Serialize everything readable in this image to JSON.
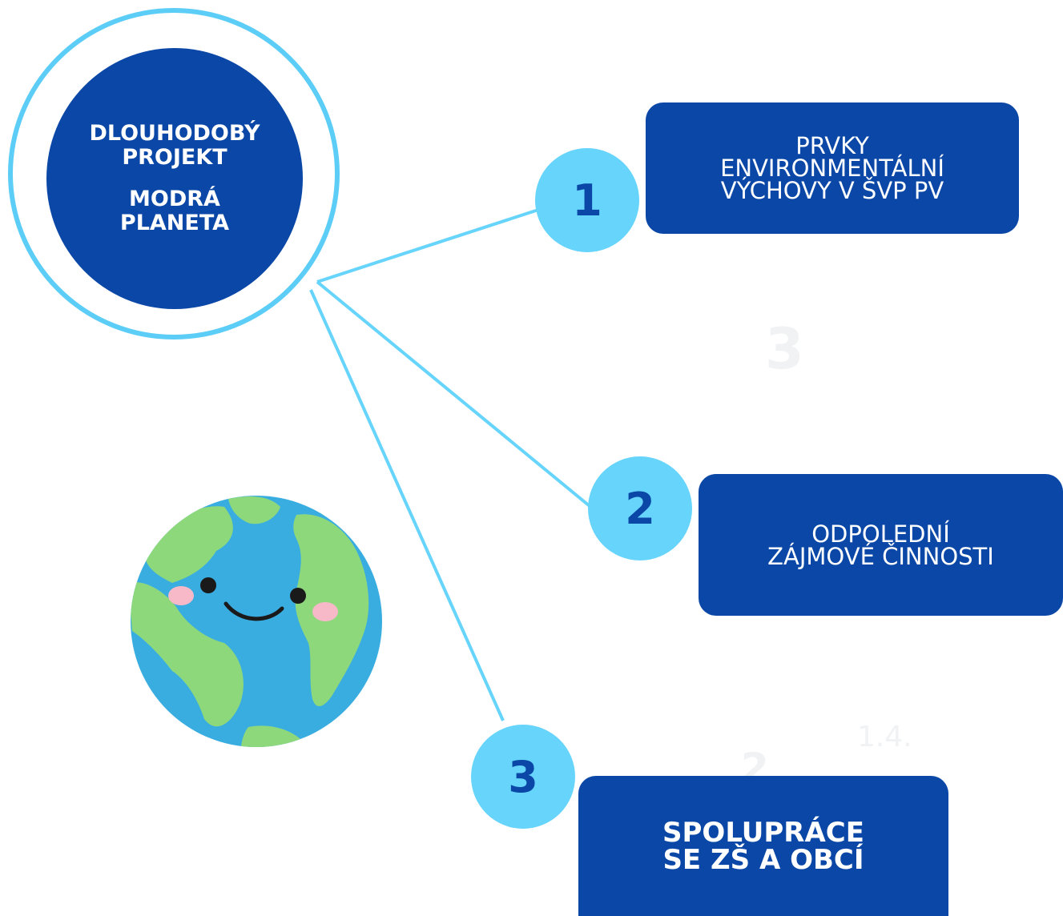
{
  "hub": {
    "line1": "DLOUHODOBÝ",
    "line2": "PROJEKT",
    "line3": "MODRÁ",
    "line4": "PLANETA"
  },
  "items": [
    {
      "number": "1",
      "lines": [
        "PRVKY",
        "ENVIRONMENTÁLNÍ",
        "VÝCHOVY V ŠVP PV"
      ]
    },
    {
      "number": "2",
      "lines": [
        "ODPOLEDNÍ",
        "ZÁJMOVÉ ČINNOSTI"
      ]
    },
    {
      "number": "3",
      "lines": [
        "SPOLUPRÁCE",
        "SE ZŠ A OBCÍ"
      ]
    }
  ],
  "faint_text": {
    "ghost_three": "3",
    "ghost_label": "1.4.",
    "ghost_two": "2"
  },
  "colors": {
    "navy": "#0a47a6",
    "light_blue": "#66d4fb",
    "ring": "#5ccdf6",
    "ocean": "#3aade0",
    "land": "#8ed87c"
  },
  "icons": [
    "earth-illustration"
  ]
}
